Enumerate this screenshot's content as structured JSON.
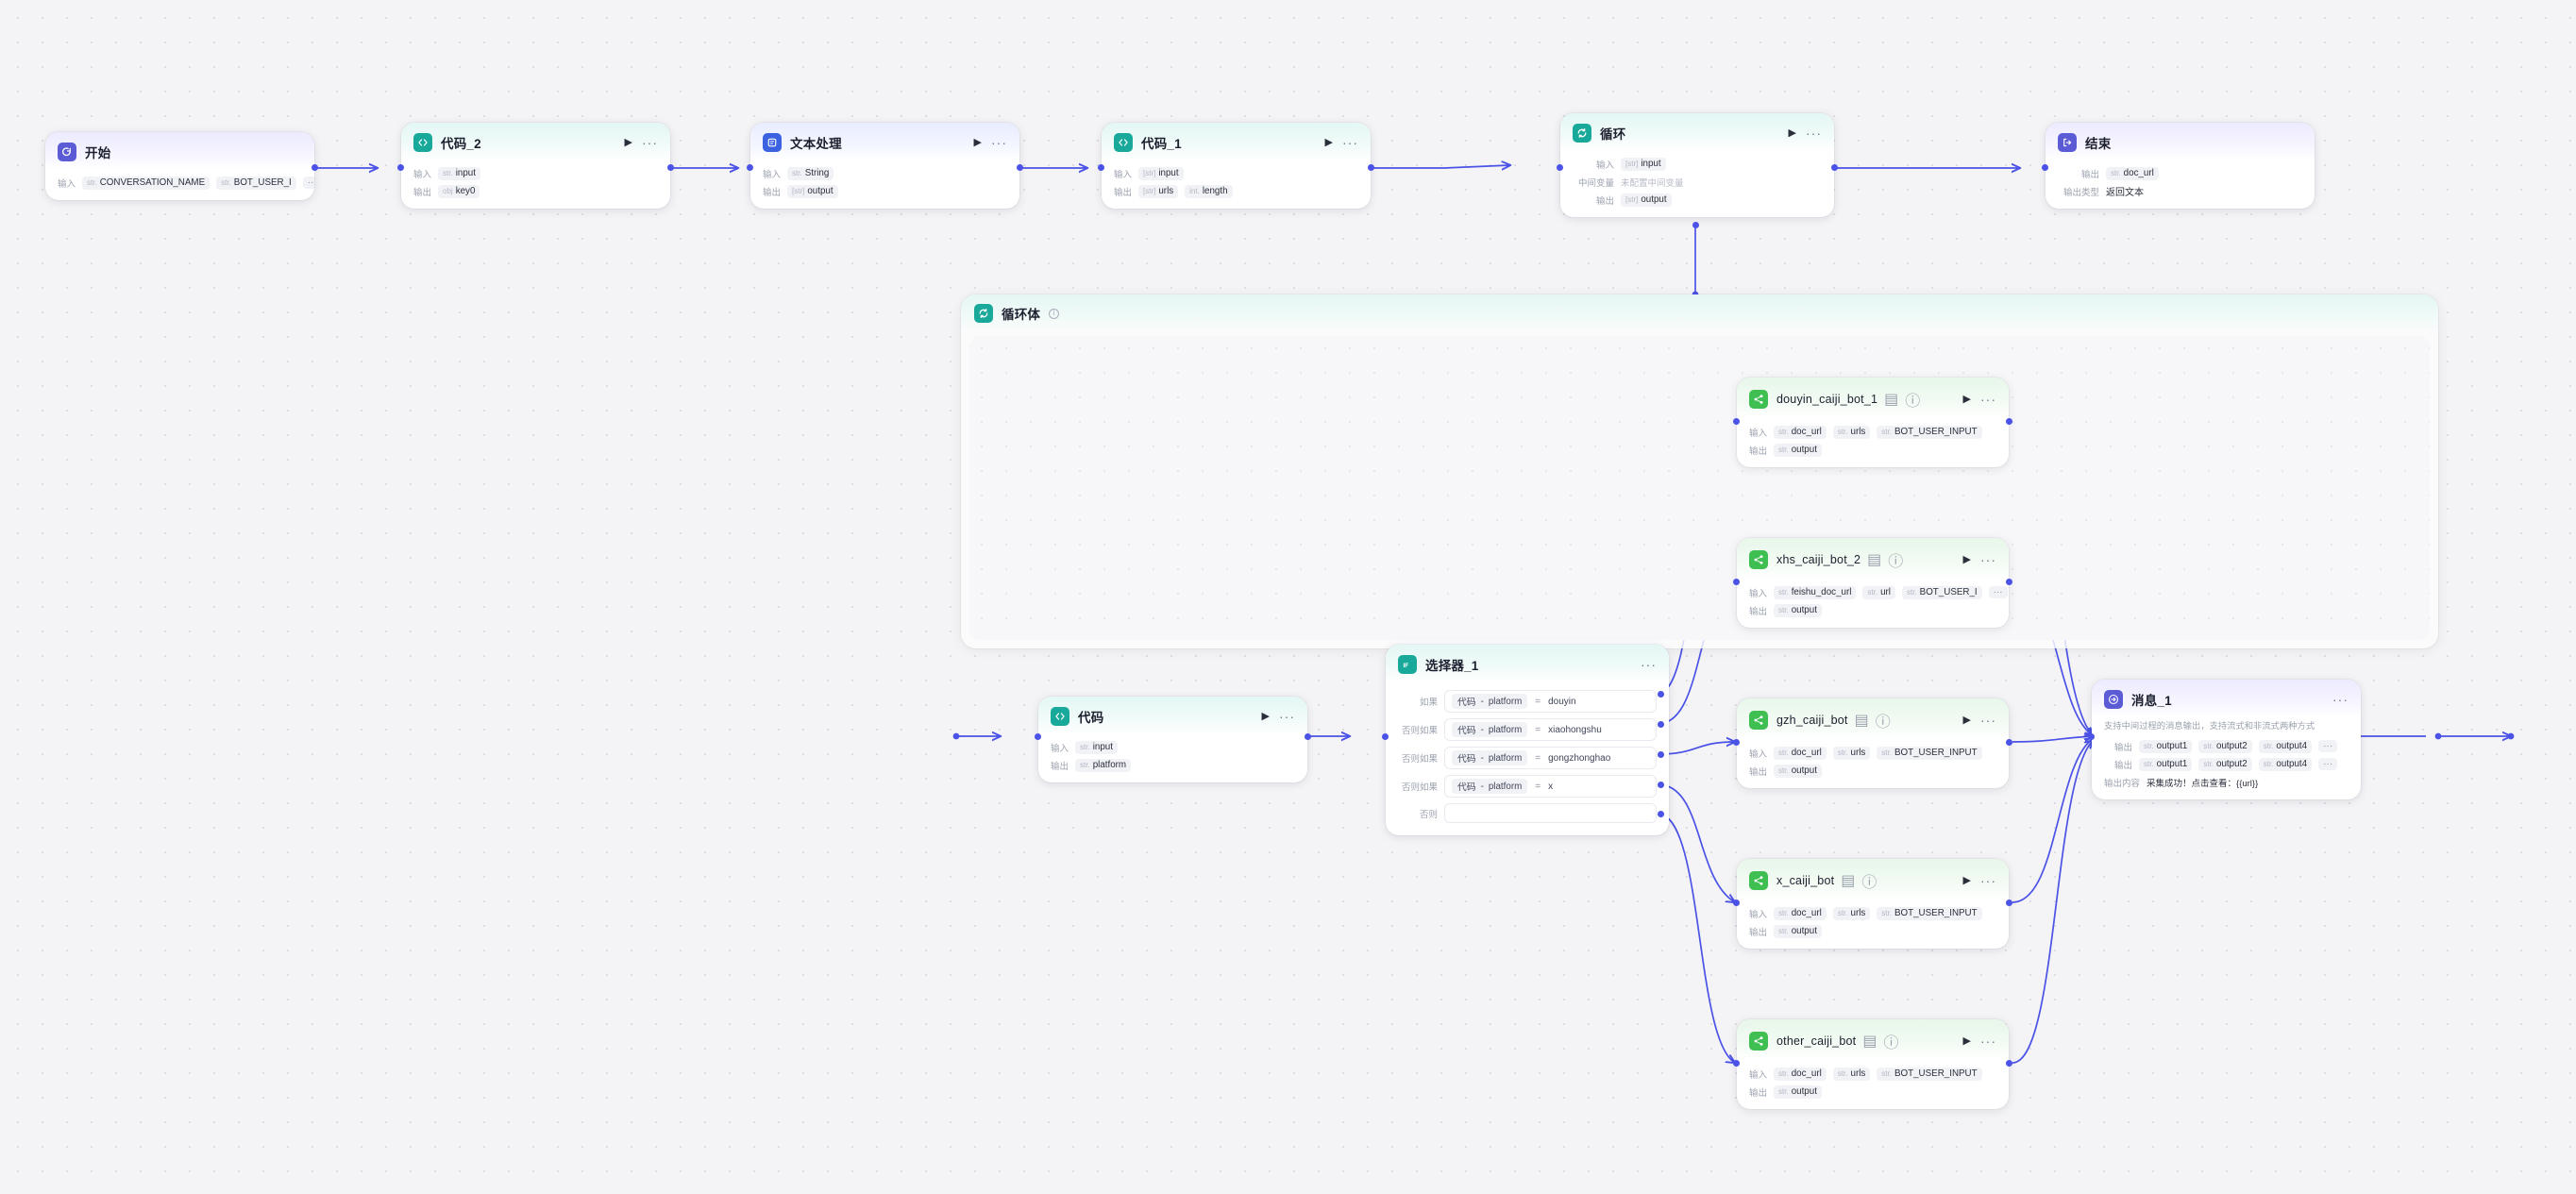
{
  "canvas": {
    "title": "workflow-canvas"
  },
  "nodes": {
    "start": {
      "title": "开始",
      "icon": "start-icon",
      "input_label": "输入",
      "inputs": [
        {
          "type": "str.",
          "name": "CONVERSATION_NAME"
        },
        {
          "type": "str.",
          "name": "BOT_USER_I"
        }
      ],
      "overflow": "···"
    },
    "code2": {
      "title": "代码_2",
      "icon": "code-icon",
      "input_label": "输入",
      "output_label": "输出",
      "inputs": [
        {
          "type": "str.",
          "name": "input"
        }
      ],
      "outputs": [
        {
          "type": "obj",
          "name": "key0"
        }
      ]
    },
    "text_process": {
      "title": "文本处理",
      "icon": "text-process-icon",
      "input_label": "输入",
      "output_label": "输出",
      "inputs": [
        {
          "type": "str.",
          "name": "String"
        }
      ],
      "outputs": [
        {
          "type": "[str]",
          "name": "output"
        }
      ]
    },
    "code1": {
      "title": "代码_1",
      "icon": "code-icon",
      "input_label": "输入",
      "output_label": "输出",
      "inputs": [
        {
          "type": "[str]",
          "name": "input"
        }
      ],
      "outputs": [
        {
          "type": "[str]",
          "name": "urls"
        },
        {
          "type": "int.",
          "name": "length"
        }
      ]
    },
    "loop": {
      "title": "循环",
      "icon": "loop-icon",
      "input_label": "输入",
      "middle_label": "中间变量",
      "middle_value": "未配置中间变量",
      "output_label": "输出",
      "inputs": [
        {
          "type": "[str]",
          "name": "input"
        }
      ],
      "outputs": [
        {
          "type": "[str]",
          "name": "output"
        }
      ]
    },
    "end": {
      "title": "结束",
      "icon": "end-icon",
      "output_label": "输出",
      "outputs": [
        {
          "type": "str.",
          "name": "doc_url"
        }
      ],
      "out_type_label": "输出类型",
      "out_type_value": "返回文本"
    },
    "loop_body": {
      "title": "循环体",
      "icon": "loop-icon"
    },
    "code": {
      "title": "代码",
      "icon": "code-icon",
      "input_label": "输入",
      "output_label": "输出",
      "inputs": [
        {
          "type": "str.",
          "name": "input"
        }
      ],
      "outputs": [
        {
          "type": "str.",
          "name": "platform"
        }
      ]
    },
    "selector": {
      "title": "选择器_1",
      "icon": "if-icon",
      "conditions": [
        {
          "label": "如果",
          "var_node": "代码",
          "var_sep": "-",
          "var_field": "platform",
          "op": "=",
          "value": "douyin"
        },
        {
          "label": "否则如果",
          "var_node": "代码",
          "var_sep": "-",
          "var_field": "platform",
          "op": "=",
          "value": "xiaohongshu"
        },
        {
          "label": "否则如果",
          "var_node": "代码",
          "var_sep": "-",
          "var_field": "platform",
          "op": "=",
          "value": "gongzhonghao"
        },
        {
          "label": "否则如果",
          "var_node": "代码",
          "var_sep": "-",
          "var_field": "platform",
          "op": "=",
          "value": "x"
        }
      ],
      "else_label": "否则",
      "else_value": ""
    },
    "douyin_bot": {
      "title": "douyin_caiji_bot_1",
      "icon": "plugin-icon",
      "input_label": "输入",
      "output_label": "输出",
      "inputs": [
        {
          "type": "str.",
          "name": "doc_url"
        },
        {
          "type": "str.",
          "name": "urls"
        },
        {
          "type": "str.",
          "name": "BOT_USER_INPUT"
        }
      ],
      "outputs": [
        {
          "type": "str.",
          "name": "output"
        }
      ]
    },
    "xhs_bot": {
      "title": "xhs_caiji_bot_2",
      "icon": "plugin-icon",
      "input_label": "输入",
      "output_label": "输出",
      "inputs": [
        {
          "type": "str.",
          "name": "feishu_doc_url"
        },
        {
          "type": "str.",
          "name": "url"
        },
        {
          "type": "str.",
          "name": "BOT_USER_I"
        }
      ],
      "overflow": "···",
      "outputs": [
        {
          "type": "str.",
          "name": "output"
        }
      ]
    },
    "gzh_bot": {
      "title": "gzh_caiji_bot",
      "icon": "plugin-icon",
      "input_label": "输入",
      "output_label": "输出",
      "inputs": [
        {
          "type": "str.",
          "name": "doc_url"
        },
        {
          "type": "str.",
          "name": "urls"
        },
        {
          "type": "str.",
          "name": "BOT_USER_INPUT"
        }
      ],
      "outputs": [
        {
          "type": "str.",
          "name": "output"
        }
      ]
    },
    "x_bot": {
      "title": "x_caiji_bot",
      "icon": "plugin-icon",
      "input_label": "输入",
      "output_label": "输出",
      "inputs": [
        {
          "type": "str.",
          "name": "doc_url"
        },
        {
          "type": "str.",
          "name": "urls"
        },
        {
          "type": "str.",
          "name": "BOT_USER_INPUT"
        }
      ],
      "outputs": [
        {
          "type": "str.",
          "name": "output"
        }
      ]
    },
    "other_bot": {
      "title": "other_caiji_bot",
      "icon": "plugin-icon",
      "input_label": "输入",
      "output_label": "输出",
      "inputs": [
        {
          "type": "str.",
          "name": "doc_url"
        },
        {
          "type": "str.",
          "name": "urls"
        },
        {
          "type": "str.",
          "name": "BOT_USER_INPUT"
        }
      ],
      "outputs": [
        {
          "type": "str.",
          "name": "output"
        }
      ]
    },
    "message": {
      "title": "消息_1",
      "icon": "message-icon",
      "description": "支持中间过程的消息输出，支持流式和非流式两种方式",
      "output_label": "输出",
      "outputs_row1": [
        {
          "type": "str.",
          "name": "output1"
        },
        {
          "type": "str.",
          "name": "output2"
        },
        {
          "type": "str.",
          "name": "output4"
        }
      ],
      "outputs_row2": [
        {
          "type": "str.",
          "name": "output1"
        },
        {
          "type": "str.",
          "name": "output2"
        },
        {
          "type": "str.",
          "name": "output4"
        }
      ],
      "overflow": "···",
      "content_label": "输出内容",
      "content_value": "采集成功！点击查看：{{url}}"
    }
  },
  "colors": {
    "edge": "#4b52e6",
    "port": "#4b52e6",
    "canvas_bg": "#f4f4f6",
    "purple": "#5b5bd6",
    "teal": "#18a99a",
    "blue": "#3b62e0",
    "green": "#3fbe52"
  },
  "glyphs": {
    "play": "▶",
    "dots": "···",
    "info": "ⓘ",
    "lock": "▤"
  }
}
